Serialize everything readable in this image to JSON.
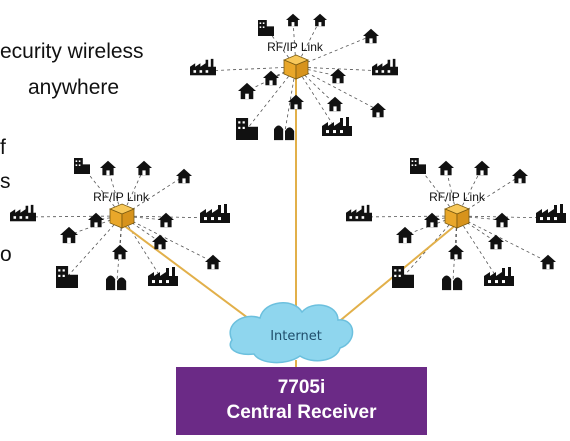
{
  "background_text": {
    "lines": [
      "ecurity wireless",
      "anywhere",
      "f",
      "s",
      "o"
    ]
  },
  "clusters": [
    {
      "link_label": "RF/IP Link"
    },
    {
      "link_label": "RF/IP Link"
    },
    {
      "link_label": "RF/IP Link"
    }
  ],
  "internet": {
    "label": "Internet"
  },
  "receiver": {
    "model": "7705i",
    "title": "Central Receiver"
  },
  "colors": {
    "connection": "#e2b04a",
    "cube": "#f3b73a",
    "cloud": "#8fd6ee",
    "receiver": "#6b2a86",
    "icons": "#111111"
  }
}
